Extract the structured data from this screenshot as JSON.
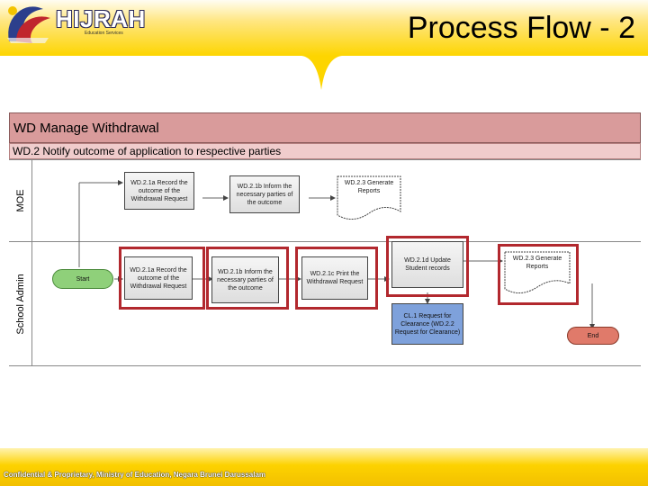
{
  "header": {
    "logo_text": "HIJRAH",
    "logo_tagline": "Education Services",
    "title": "Process Flow - 2"
  },
  "diagram": {
    "process_title": "WD Manage Withdrawal",
    "subprocess_title": "WD.2 Notify outcome of application to respective parties",
    "lanes": [
      "MOE",
      "School Admin"
    ],
    "moe": {
      "record": "WD.2.1a Record the outcome of the Withdrawal Request",
      "inform": "WD.2.1b Inform the necessary parties of the outcome",
      "generate": "WD.2.3 Generate Reports"
    },
    "school": {
      "start": "Start",
      "record": "WD.2.1a Record the outcome of the Withdrawal Request",
      "inform": "WD.2.1b Inform the necessary parties of the outcome",
      "print": "WD.2.1c Print the Withdrawal Request",
      "update": "WD.2.1d Update Student records",
      "clearance": "CL.1 Request for Clearance (WD.2.2 Request for Clearance)",
      "generate": "WD.2.3 Generate Reports",
      "end": "End"
    }
  },
  "footer": {
    "text": "Confidential & Proprietary, Ministry of Education, Negara Brunei Darussalam"
  },
  "colors": {
    "banner": "#fdd500",
    "header_row": "#d99b9b",
    "subheader_row": "#f0cccc",
    "highlight": "#b2282e",
    "start": "#8fd07a",
    "end": "#e07a6a",
    "clearance_box": "#7ea1db"
  }
}
